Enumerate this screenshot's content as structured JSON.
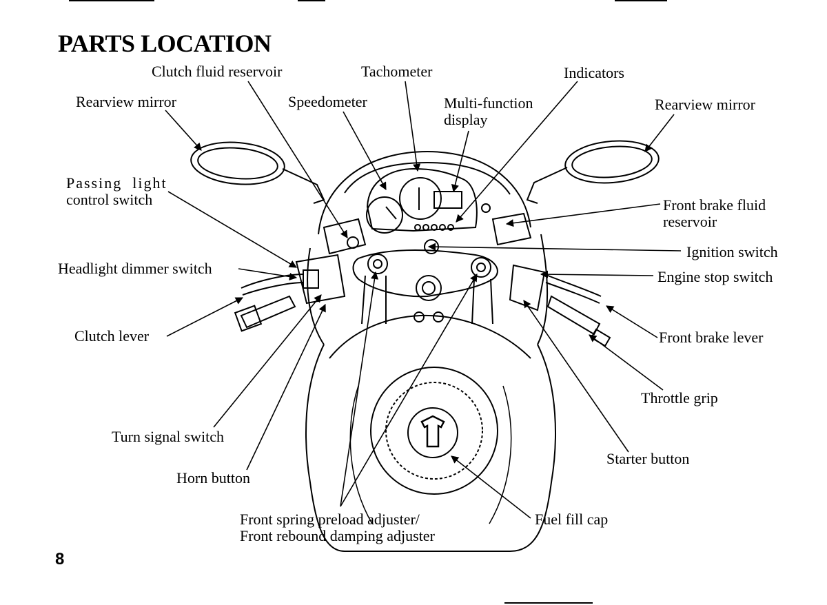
{
  "page": {
    "title": "PARTS LOCATION",
    "page_number": "8"
  },
  "labels": {
    "clutch_fluid_reservoir": "Clutch fluid reservoir",
    "tachometer": "Tachometer",
    "indicators": "Indicators",
    "rearview_mirror_left": "Rearview mirror",
    "speedometer": "Speedometer",
    "multi_function_display_line1": "Multi-function",
    "multi_function_display_line2": "display",
    "rearview_mirror_right": "Rearview mirror",
    "passing_light_line1": "Passing  light",
    "passing_light_line2": "control switch",
    "front_brake_fluid_line1": "Front brake fluid",
    "front_brake_fluid_line2": "reservoir",
    "ignition_switch": "Ignition switch",
    "headlight_dimmer_switch": "Headlight dimmer switch",
    "engine_stop_switch": "Engine stop switch",
    "clutch_lever": "Clutch lever",
    "front_brake_lever": "Front brake lever",
    "throttle_grip": "Throttle grip",
    "turn_signal_switch": "Turn signal switch",
    "starter_button": "Starter button",
    "horn_button": "Horn button",
    "front_spring_line1": "Front spring preload adjuster/",
    "front_spring_line2": "Front rebound damping adjuster",
    "fuel_fill_cap": "Fuel fill cap"
  },
  "colors": {
    "ink": "#000000",
    "paper": "#ffffff"
  }
}
